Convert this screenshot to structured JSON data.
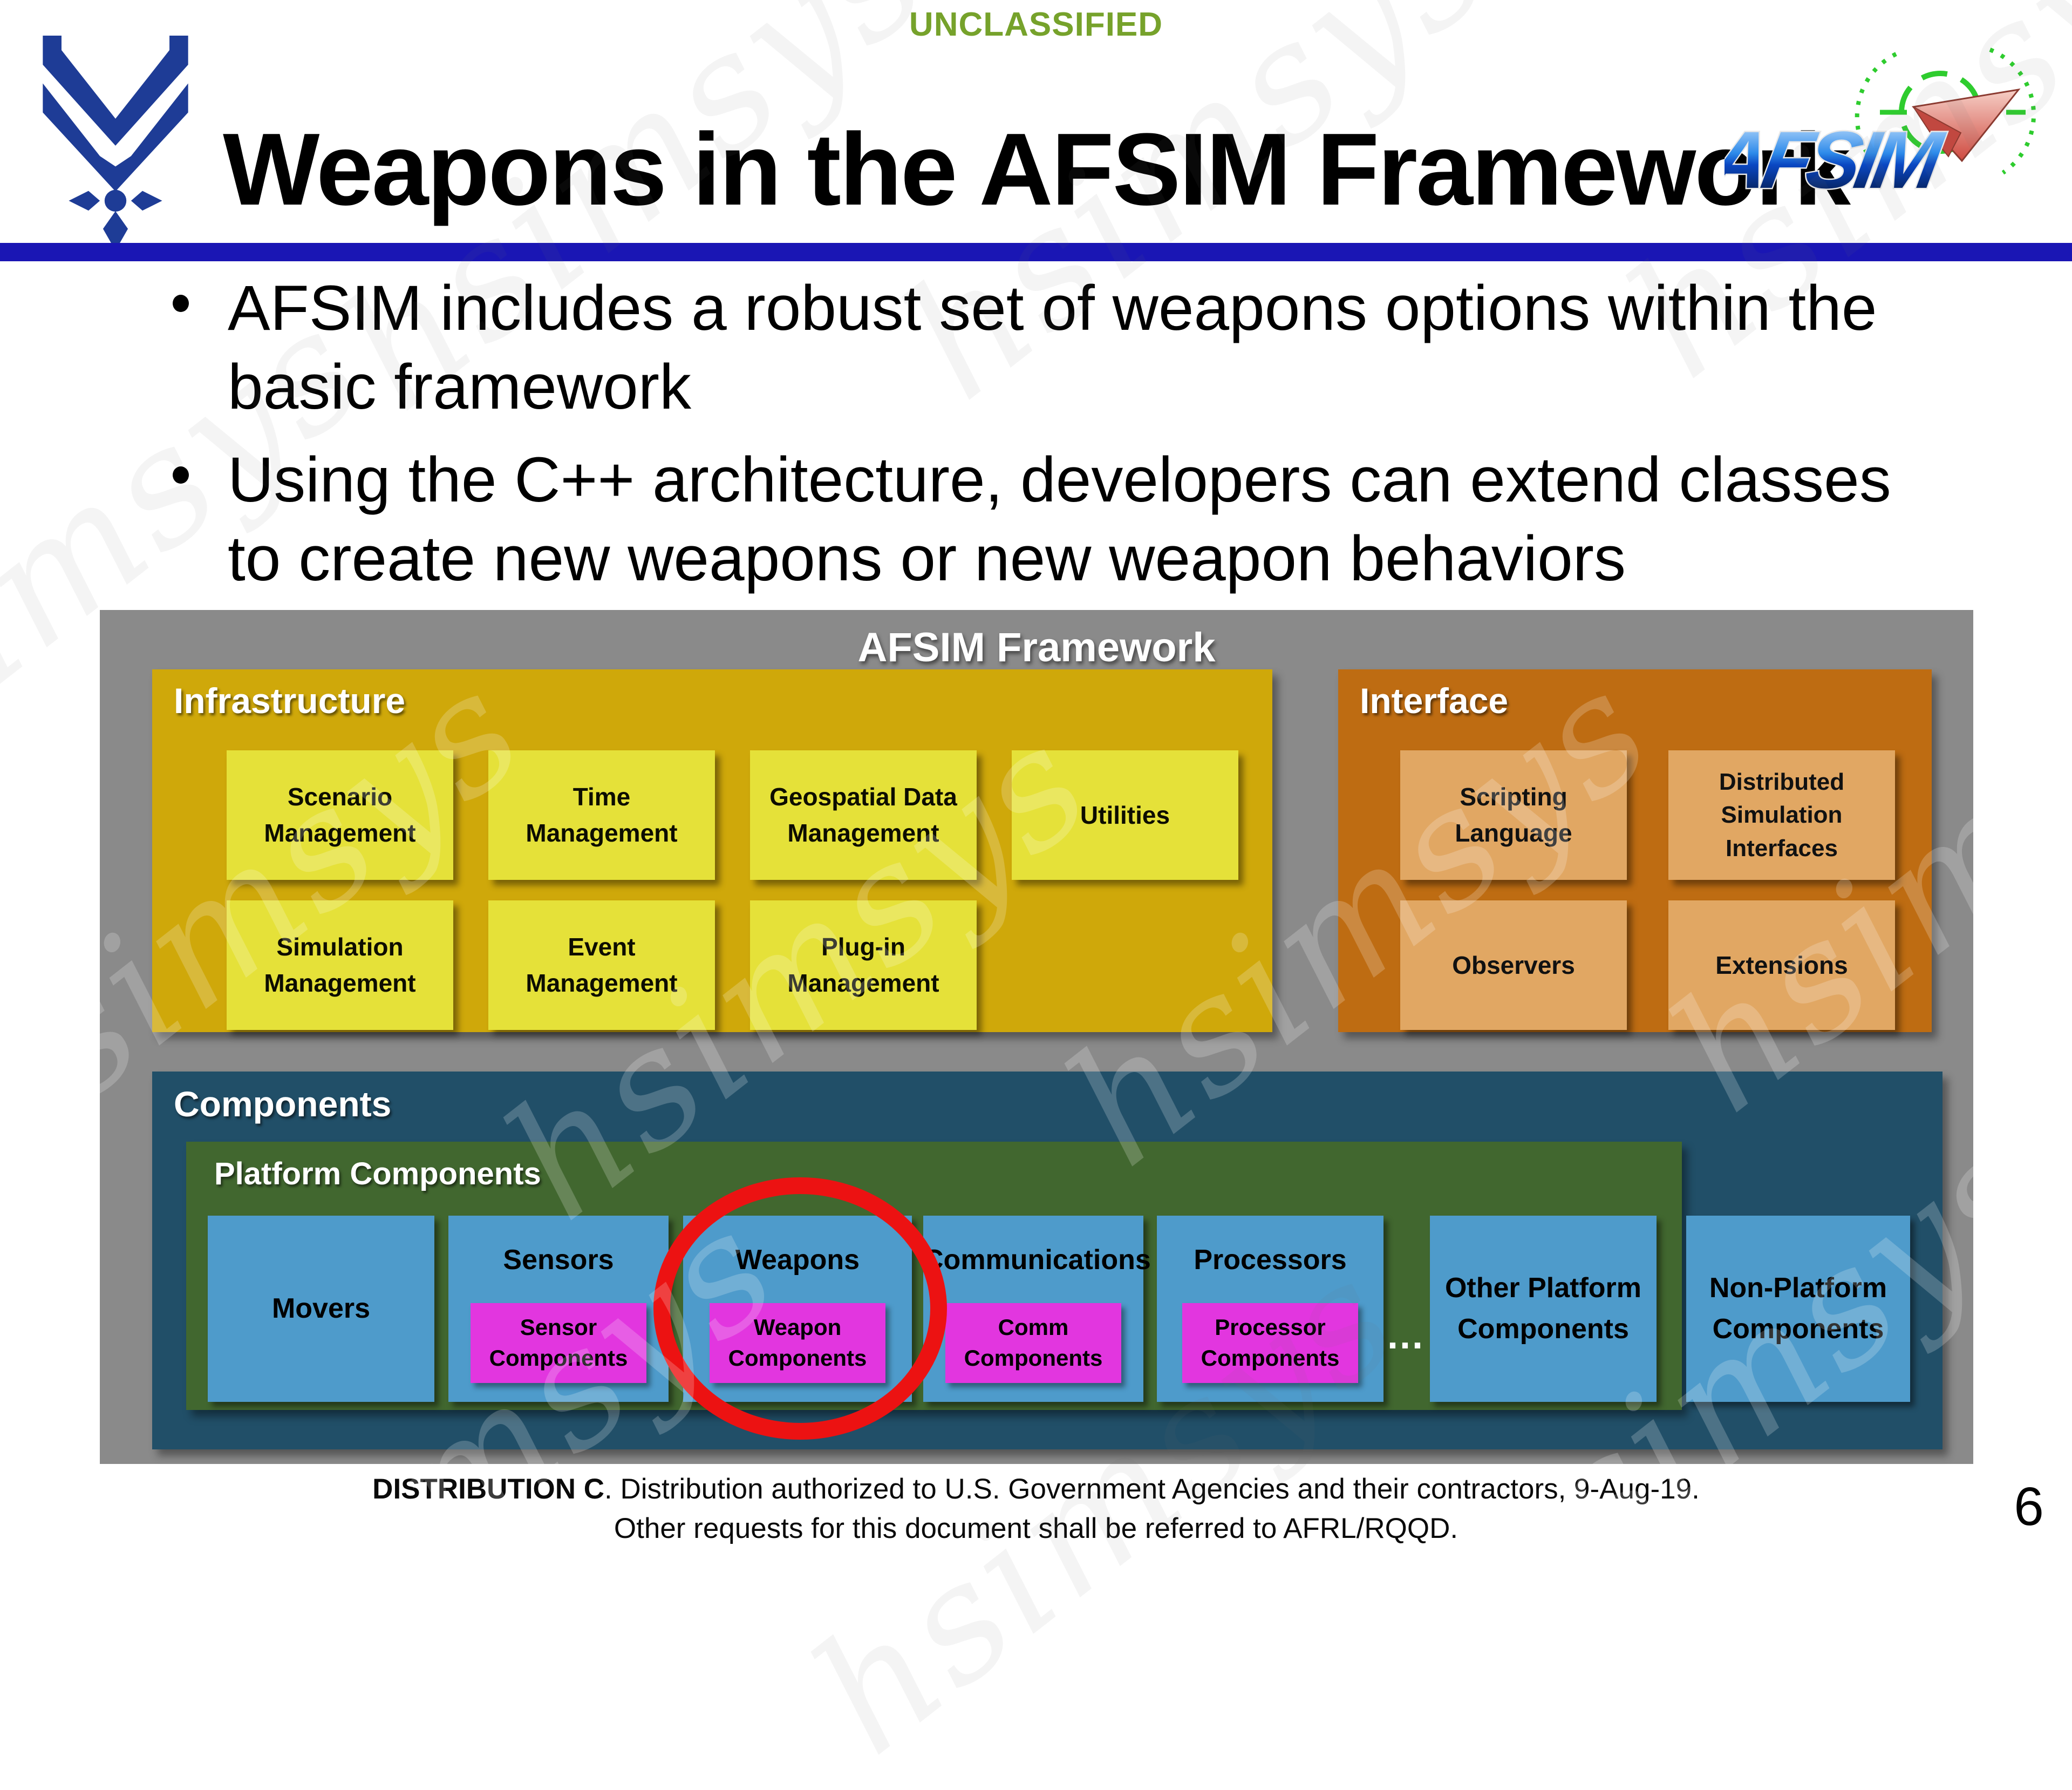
{
  "classification": "UNCLASSIFIED",
  "title": "Weapons in the AFSIM Framework",
  "page_number": "6",
  "watermark": {
    "text": "hsimsys"
  },
  "bullets": [
    "AFSIM includes a robust set of weapons options within the basic framework",
    "Using the C++ architecture, developers can extend classes to create new weapons or new weapon behaviors"
  ],
  "logos": {
    "af_symbol": "us-air-force-wings-symbol",
    "afsim_text": "AFSIM"
  },
  "diagram": {
    "title": "AFSIM Framework",
    "infrastructure": {
      "label": "Infrastructure",
      "boxes": [
        "Scenario\nManagement",
        "Time\nManagement",
        "Geospatial Data\nManagement",
        "Utilities",
        "Simulation\nManagement",
        "Event\nManagement",
        "Plug-in\nManagement"
      ]
    },
    "interface": {
      "label": "Interface",
      "boxes": [
        "Scripting\nLanguage",
        "Distributed\nSimulation\nInterfaces",
        "Observers",
        "Extensions"
      ]
    },
    "components": {
      "label": "Components",
      "platform": {
        "label": "Platform Components",
        "boxes": [
          {
            "label": "Movers",
            "sub": ""
          },
          {
            "label": "Sensors",
            "sub": "Sensor\nComponents"
          },
          {
            "label": "Weapons",
            "sub": "Weapon\nComponents"
          },
          {
            "label": "Communications",
            "sub": "Comm\nComponents"
          },
          {
            "label": "Processors",
            "sub": "Processor\nComponents"
          }
        ],
        "ellipsis": "...",
        "other": "Other Platform\nComponents"
      },
      "non_platform": "Non-Platform\nComponents"
    }
  },
  "footer": {
    "bold": "DISTRIBUTION C",
    "rest": ". Distribution authorized to U.S. Government Agencies and their contractors, 9-Aug-19.",
    "line2": "Other requests for this document shall be referred to AFRL/RQQD."
  },
  "colors": {
    "accent-green": "#76A22B",
    "navy-bar": "#1A16B4",
    "af-blue": "#1E3C96",
    "gray-panel": "#8A8A8A",
    "gold-bg": "#CFA80A",
    "gold-box": "#E5E139",
    "orange-bg": "#BE6C12",
    "orange-box": "#E1A763",
    "teal-bg": "#214F68",
    "green-bg": "#41672F",
    "blue-box": "#4E9BCB",
    "magenta-box": "#E236DF",
    "red-circle": "#EC1212",
    "afsim-green": "#2ECC2E"
  }
}
